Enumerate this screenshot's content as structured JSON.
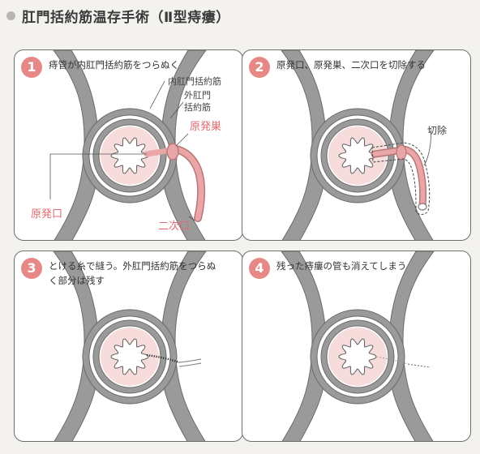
{
  "title": "肛門括約筋温存手術（Ⅱ型痔瘻）",
  "panels": [
    {
      "number": "1",
      "caption": "痔管が内肛門括約筋をつらぬく",
      "labels": {
        "internal_sphincter": "内肛門括約筋",
        "external_sphincter_1": "外肛門",
        "external_sphincter_2": "括約筋",
        "primary_focus": "原発巣",
        "primary_opening": "原発口",
        "secondary_opening": "二次口"
      }
    },
    {
      "number": "2",
      "caption": "原発口、原発巣、二次口を切除する",
      "labels": {
        "excision": "切除"
      }
    },
    {
      "number": "3",
      "caption_line1": "とける糸で縫う。外肛門括約筋をつらぬ",
      "caption_line2": "く部分は残す"
    },
    {
      "number": "4",
      "caption": "残った痔瘻の管も消えてしまう"
    }
  ],
  "colors": {
    "accent": "#e58886",
    "tissue": "#9a9a9a",
    "mucosa": "#f7dcdc",
    "tract": "#eaa6a6"
  }
}
